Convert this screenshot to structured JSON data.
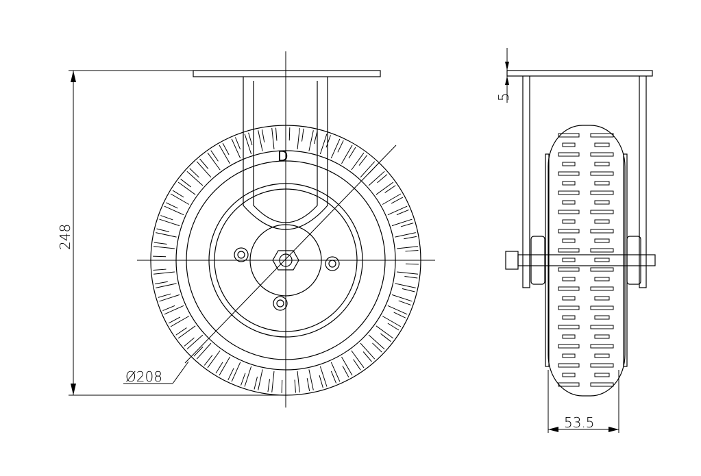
{
  "drawing": {
    "title": "Fixed caster with pneumatic-style wheel",
    "dimensions": {
      "overall_height": "248",
      "wheel_diameter": "Ø208",
      "plate_thickness": "5",
      "wheel_width": "53.5"
    },
    "logo_letter": "D"
  }
}
